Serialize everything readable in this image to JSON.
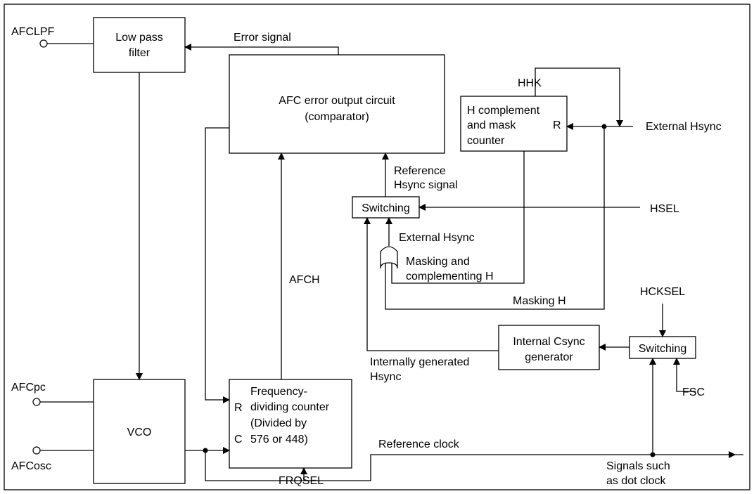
{
  "blocks": {
    "lpf": [
      "Low pass",
      "filter"
    ],
    "afc": [
      "AFC error output circuit",
      "(comparator)"
    ],
    "hcomp": [
      "H complement",
      "and mask",
      "counter"
    ],
    "hcomp_r": "R",
    "vco": "VCO",
    "freq": [
      "Frequency-",
      "dividing counter",
      "(Divided by",
      "576 or 448)"
    ],
    "freq_r": "R",
    "freq_c": "C",
    "switch1": "Switching",
    "switch2": "Switching",
    "csync": [
      "Internal Csync",
      "generator"
    ]
  },
  "pins": {
    "afclpf": "AFCLPF",
    "afcpc": "AFCpc",
    "afcosc": "AFCosc"
  },
  "signals": {
    "error_signal": "Error signal",
    "hhk": "HHK",
    "external_hsync_right": "External Hsync",
    "reference_hsync": [
      "Reference",
      "Hsync signal"
    ],
    "hsel": "HSEL",
    "external_hsync_mid": "External Hsync",
    "masking_comp": [
      "Masking and",
      "complementing H"
    ],
    "afch": "AFCH",
    "hcksel": "HCKSEL",
    "masking_h": "Masking H",
    "internal_hsync": [
      "Internally generated",
      "Hsync"
    ],
    "fsc": "FSC",
    "reference_clock": "Reference clock",
    "dot_clock": [
      "Signals such",
      "as dot clock"
    ],
    "frqsel": "FRQSEL"
  }
}
